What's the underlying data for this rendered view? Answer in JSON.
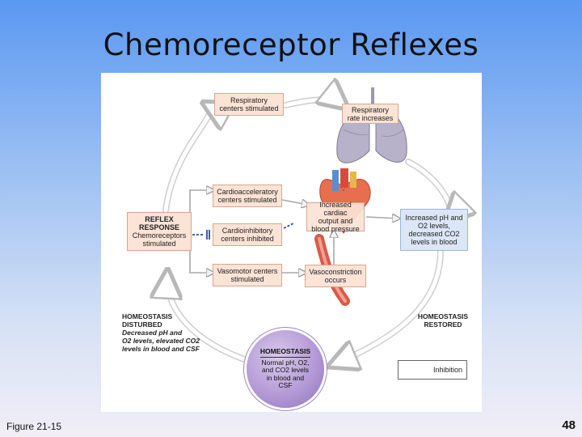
{
  "slide": {
    "title": "Chemoreceptor Reflexes",
    "figure_label": "Figure 21-15",
    "page_number": "48"
  },
  "diagram": {
    "respiratory_centers": [
      "Respiratory",
      "centers stimulated"
    ],
    "respiratory_rate": [
      "Respiratory",
      "rate increases"
    ],
    "cardioacceleratory": [
      "Cardioacceleratory",
      "centers stimulated"
    ],
    "cardioinhibitory": [
      "Cardioinhibitory",
      "centers inhibited"
    ],
    "vasomotor": [
      "Vasomotor centers",
      "stimulated"
    ],
    "reflex_response_title": [
      "REFLEX",
      "RESPONSE"
    ],
    "reflex_response_body": [
      "Chemoreceptors",
      "stimulated"
    ],
    "cardiac_output": [
      "Increased cardiac",
      "output and",
      "blood pressure"
    ],
    "vasoconstriction": [
      "Vasoconstriction",
      "occurs"
    ],
    "increased_ph": [
      "Increased pH and",
      "O2 levels,",
      "decreased CO2",
      "levels in blood"
    ],
    "homeostasis_disturbed_title": [
      "HOMEOSTASIS",
      "DISTURBED"
    ],
    "homeostasis_disturbed_body": [
      "Decreased pH and",
      "O2 levels, elevated CO2",
      "levels in blood and CSF"
    ],
    "homeostasis_restored_title": [
      "HOMEOSTASIS",
      "RESTORED"
    ],
    "homeostasis_circle_title": "HOMEOSTASIS",
    "homeostasis_circle_body": [
      "Normal pH, O2,",
      "and CO2 levels",
      "in blood and",
      "CSF"
    ],
    "legend_label": "Inhibition"
  },
  "colors": {
    "box_fill": "#fbe3d6",
    "box_blue_fill": "#dbe6f6",
    "inhibition_line": "#2a4d9a",
    "circle_fill": "#b49ad6"
  }
}
